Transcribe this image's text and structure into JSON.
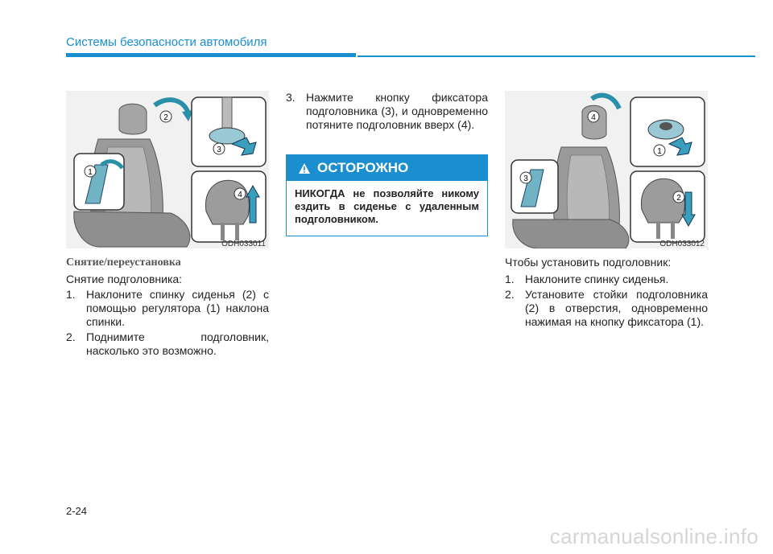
{
  "header": {
    "title": "Системы безопасности автомобиля",
    "accent_color": "#1a8ecf"
  },
  "figure_left": {
    "code": "ODH033011",
    "callouts": [
      "1",
      "2",
      "3",
      "4"
    ],
    "icons": [
      "seat-icon",
      "headrest-release-button-icon",
      "arrow-up-icon",
      "curved-arrow-icon"
    ]
  },
  "figure_right": {
    "code": "ODH033012",
    "callouts": [
      "1",
      "2",
      "3",
      "4"
    ],
    "icons": [
      "seat-icon",
      "headrest-release-button-icon",
      "arrow-down-icon",
      "curved-arrow-icon"
    ]
  },
  "left_column": {
    "subheading": "Снятие/переустановка",
    "intro": "Снятие подголовника:",
    "steps": [
      {
        "num": "1.",
        "text": "Наклоните спинку сиденья (2) с помощью регулятора (1) наклона спинки."
      },
      {
        "num": "2.",
        "text": "Поднимите подголовник, насколько это возможно."
      }
    ]
  },
  "middle_column": {
    "steps": [
      {
        "num": "3.",
        "text": "Нажмите кнопку фиксатора подголовника (3), и одновременно потяните подголовник вверх (4)."
      }
    ]
  },
  "warning": {
    "icon": "warning-triangle-icon",
    "title": "ОСТОРОЖНО",
    "text": "НИКОГДА не позволяйте никому ездить в сиденье с удаленным подголовником."
  },
  "right_column": {
    "intro": "Чтобы установить подголовник:",
    "steps": [
      {
        "num": "1.",
        "text": "Наклоните спинку сиденья."
      },
      {
        "num": "2.",
        "text": "Установите стойки подголовника (2) в отверстия, одновременно нажимая на кнопку фиксатора (1)."
      }
    ]
  },
  "page_number": "2-24",
  "watermark": "carmanualsonline.info"
}
